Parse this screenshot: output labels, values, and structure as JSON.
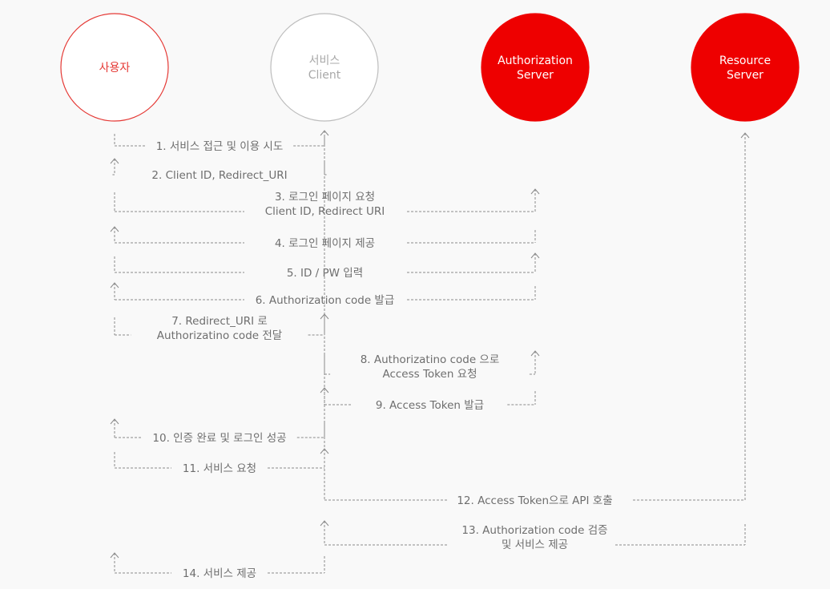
{
  "actors": [
    {
      "id": "user",
      "lines": [
        "사용자"
      ],
      "fill": "#ffffff",
      "stroke": "#e53935",
      "text_color": "#e53935"
    },
    {
      "id": "client",
      "lines": [
        "서비스",
        "Client"
      ],
      "fill": "#ffffff",
      "stroke": "#bdbdbd",
      "text_color": "#a8a8a8"
    },
    {
      "id": "auth",
      "lines": [
        "Authorization",
        "Server"
      ],
      "fill": "#ee0000",
      "stroke": "#ee0000",
      "text_color": "#ffffff"
    },
    {
      "id": "resource",
      "lines": [
        "Resource",
        "Server"
      ],
      "fill": "#ee0000",
      "stroke": "#ee0000",
      "text_color": "#ffffff"
    }
  ],
  "steps": [
    {
      "label": [
        "1. 서비스 접근 및 이용 시도"
      ],
      "from": "user",
      "to": "client"
    },
    {
      "label": [
        "2. Client ID, Redirect_URI"
      ],
      "from": "client",
      "to": "user"
    },
    {
      "label": [
        "3. 로그인 페이지 요청",
        "Client ID, Redirect URI"
      ],
      "from": "user",
      "to": "auth"
    },
    {
      "label": [
        "4. 로그인 페이지 제공"
      ],
      "from": "auth",
      "to": "user"
    },
    {
      "label": [
        "5. ID / PW 입력"
      ],
      "from": "user",
      "to": "auth"
    },
    {
      "label": [
        "6. Authorization code 발급"
      ],
      "from": "auth",
      "to": "user"
    },
    {
      "label": [
        "7. Redirect_URI 로",
        "Authorizatino code 전달"
      ],
      "from": "user",
      "to": "client"
    },
    {
      "label": [
        "8. Authorizatino code 으로",
        "Access Token 요청"
      ],
      "from": "client",
      "to": "auth"
    },
    {
      "label": [
        "9. Access Token 발급"
      ],
      "from": "auth",
      "to": "client"
    },
    {
      "label": [
        "10. 인증 완료 및 로그인 성공"
      ],
      "from": "client",
      "to": "user"
    },
    {
      "label": [
        "11. 서비스 요청"
      ],
      "from": "user",
      "to": "client"
    },
    {
      "label": [
        "12. Access Token으로 API 호출"
      ],
      "from": "client",
      "to": "resource"
    },
    {
      "label": [
        "13. Authorization code 검증",
        "및 서비스 제공"
      ],
      "from": "resource",
      "to": "client"
    },
    {
      "label": [
        "14. 서비스 제공"
      ],
      "from": "client",
      "to": "user"
    }
  ],
  "colors": {
    "line": "#8a8a8a",
    "label": "#6e6e6e",
    "background": "#f9f9f9"
  }
}
